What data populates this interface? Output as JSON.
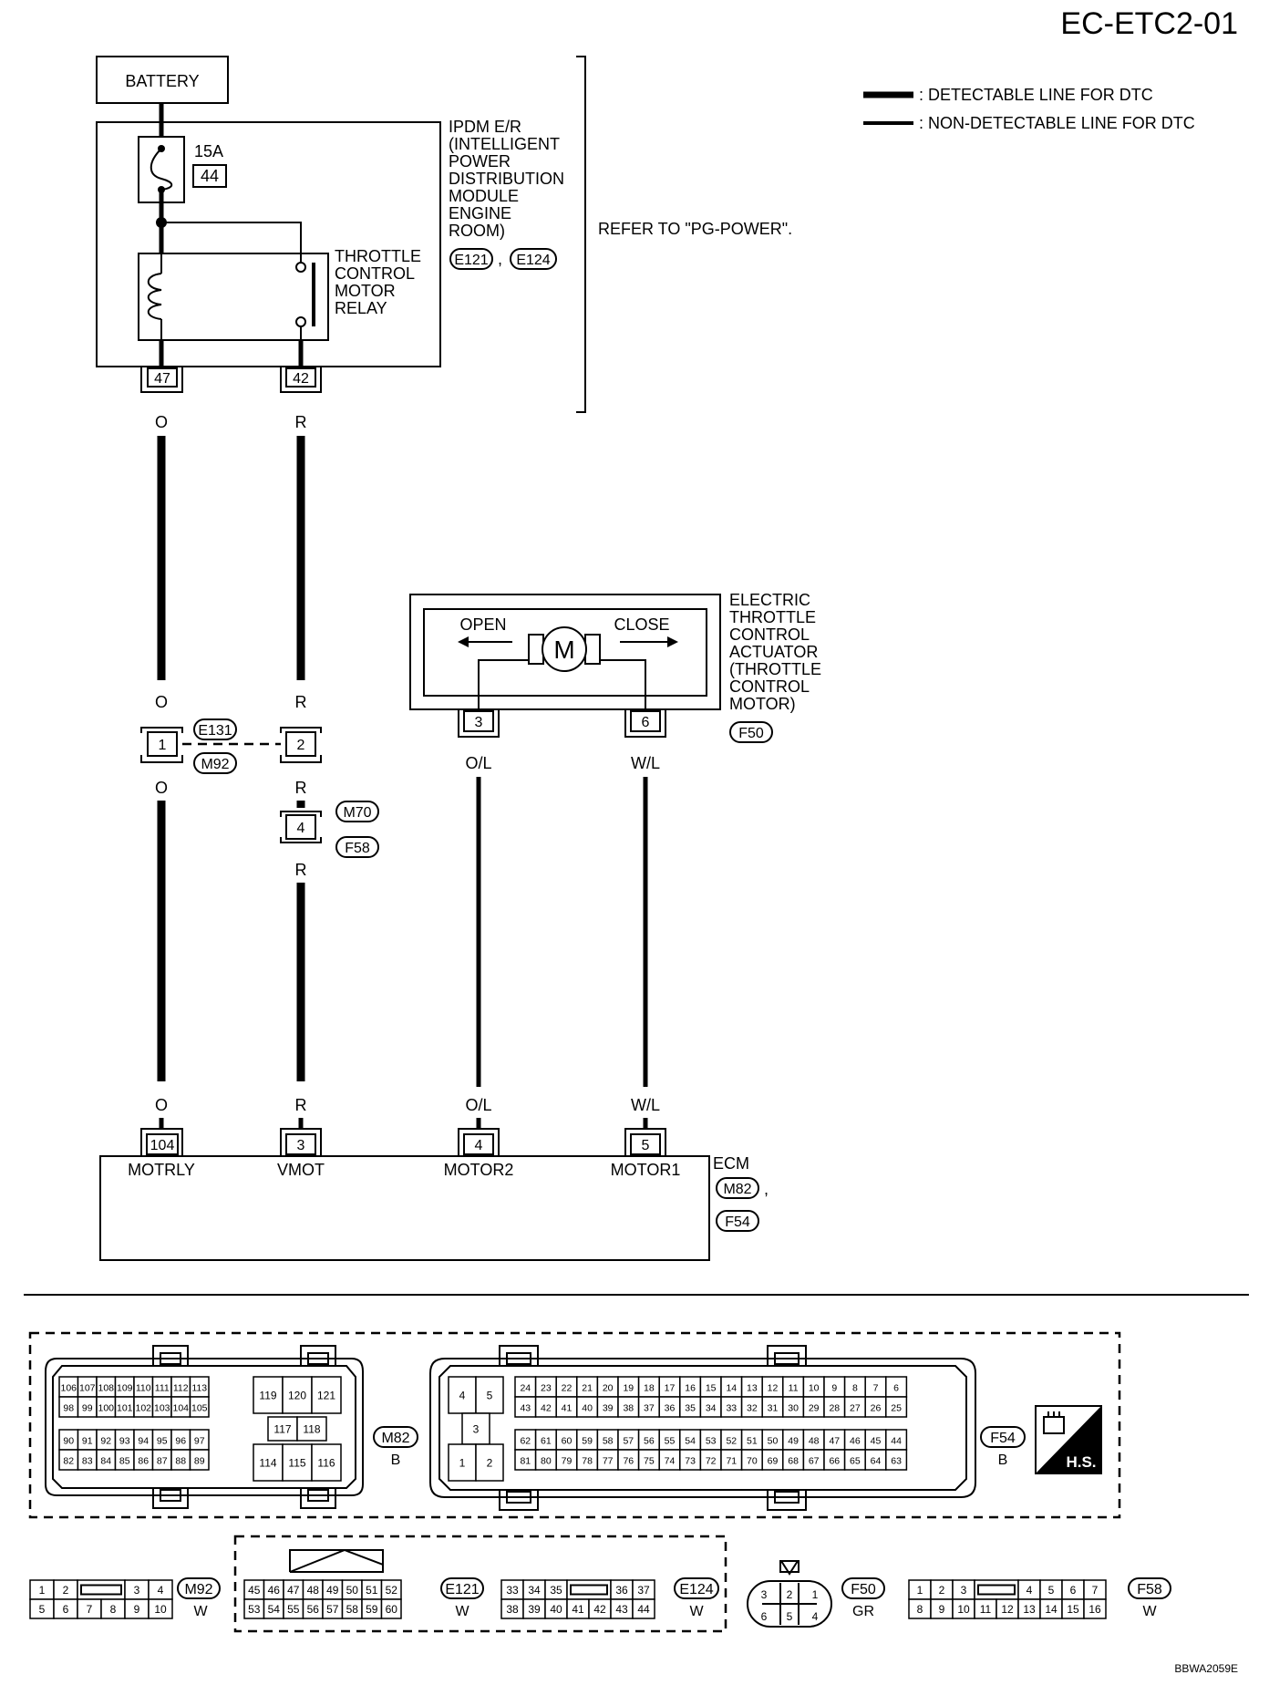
{
  "header": {
    "page_id": "EC-ETC2-01",
    "footer_code": "BBWA2059E"
  },
  "legend": {
    "detectable": ": DETECTABLE LINE FOR DTC",
    "non_detectable": ": NON-DETECTABLE LINE FOR DTC"
  },
  "battery": {
    "label": "BATTERY"
  },
  "fuse": {
    "rating": "15A",
    "number": "44"
  },
  "ipdm": {
    "lines": [
      "IPDM E/R",
      "(INTELLIGENT",
      "POWER",
      "DISTRIBUTION",
      "MODULE",
      "ENGINE",
      "ROOM)"
    ],
    "connectors": [
      "E121",
      "E124"
    ],
    "separator": ",",
    "refer": "REFER TO \"PG-POWER\"."
  },
  "relay": {
    "lines": [
      "THROTTLE",
      "CONTROL",
      "MOTOR",
      "RELAY"
    ]
  },
  "ipdm_pins": [
    "47",
    "42"
  ],
  "wire_colors": {
    "o": "O",
    "r": "R",
    "ol": "O/L",
    "wl": "W/L"
  },
  "joint": {
    "pins": [
      "1",
      "2"
    ],
    "connectors": [
      "E131",
      "M92"
    ]
  },
  "joint2": {
    "pin": "4",
    "connectors": [
      "M70",
      "F58"
    ]
  },
  "actuator": {
    "lines": [
      "ELECTRIC",
      "THROTTLE",
      "CONTROL",
      "ACTUATOR",
      "(THROTTLE",
      "CONTROL",
      "MOTOR)"
    ],
    "open": "OPEN",
    "close": "CLOSE",
    "motor": "M",
    "pins": [
      "3",
      "6"
    ],
    "connector": "F50"
  },
  "ecm": {
    "label": "ECM",
    "connectors": [
      "M82",
      "F54"
    ],
    "pins": [
      {
        "num": "104",
        "name": "MOTRLY"
      },
      {
        "num": "3",
        "name": "VMOT"
      },
      {
        "num": "4",
        "name": "MOTOR2"
      },
      {
        "num": "5",
        "name": "MOTOR1"
      }
    ]
  },
  "connector_views": {
    "m82": {
      "id": "M82",
      "color": "B",
      "left_rows": [
        [
          "106",
          "107",
          "108",
          "109",
          "110",
          "111",
          "112",
          "113"
        ],
        [
          "98",
          "99",
          "100",
          "101",
          "102",
          "103",
          "104",
          "105"
        ],
        [
          "90",
          "91",
          "92",
          "93",
          "94",
          "95",
          "96",
          "97"
        ],
        [
          "82",
          "83",
          "84",
          "85",
          "86",
          "87",
          "88",
          "89"
        ]
      ],
      "right_rows": [
        [
          "119",
          "120",
          "121"
        ],
        [
          "117",
          "118"
        ],
        [
          "114",
          "115",
          "116"
        ]
      ]
    },
    "f54": {
      "id": "F54",
      "color": "B",
      "left_pins": [
        "4",
        "5",
        "3",
        "1",
        "2"
      ],
      "rows": [
        [
          "24",
          "23",
          "22",
          "21",
          "20",
          "19",
          "18",
          "17",
          "16",
          "15",
          "14",
          "13",
          "12",
          "11",
          "10",
          "9",
          "8",
          "7",
          "6"
        ],
        [
          "43",
          "42",
          "41",
          "40",
          "39",
          "38",
          "37",
          "36",
          "35",
          "34",
          "33",
          "32",
          "31",
          "30",
          "29",
          "28",
          "27",
          "26",
          "25"
        ],
        [
          "62",
          "61",
          "60",
          "59",
          "58",
          "57",
          "56",
          "55",
          "54",
          "53",
          "52",
          "51",
          "50",
          "49",
          "48",
          "47",
          "46",
          "45",
          "44"
        ],
        [
          "81",
          "80",
          "79",
          "78",
          "77",
          "76",
          "75",
          "74",
          "73",
          "72",
          "71",
          "70",
          "69",
          "68",
          "67",
          "66",
          "65",
          "64",
          "63"
        ]
      ],
      "hs": "H.S."
    },
    "m92": {
      "id": "M92",
      "color": "W",
      "top": [
        "1",
        "2",
        "",
        "3",
        "4"
      ],
      "bottom": [
        "5",
        "6",
        "7",
        "8",
        "9",
        "10"
      ]
    },
    "e121": {
      "id": "E121",
      "color": "W",
      "top": [
        "45",
        "46",
        "47",
        "48",
        "49",
        "50",
        "51",
        "52"
      ],
      "bottom": [
        "53",
        "54",
        "55",
        "56",
        "57",
        "58",
        "59",
        "60"
      ]
    },
    "e124": {
      "id": "E124",
      "color": "W",
      "top": [
        "33",
        "34",
        "35",
        "",
        "36",
        "37"
      ],
      "bottom": [
        "38",
        "39",
        "40",
        "41",
        "42",
        "43",
        "44"
      ]
    },
    "f50": {
      "id": "F50",
      "color": "GR",
      "top": [
        "3",
        "2",
        "1"
      ],
      "bottom": [
        "6",
        "5",
        "4"
      ]
    },
    "f58": {
      "id": "F58",
      "color": "W",
      "top": [
        "1",
        "2",
        "3",
        "",
        "4",
        "5",
        "6",
        "7"
      ],
      "bottom": [
        "8",
        "9",
        "10",
        "11",
        "12",
        "13",
        "14",
        "15",
        "16"
      ]
    }
  }
}
